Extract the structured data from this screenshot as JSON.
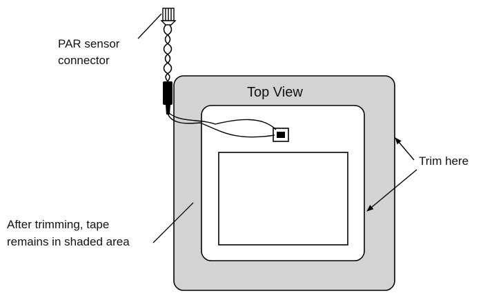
{
  "labels": {
    "connector_line1": "PAR sensor",
    "connector_line2": "connector",
    "top_view": "Top View",
    "trim_here": "Trim here",
    "after_line1": "After trimming, tape",
    "after_line2": "remains in shaded area"
  },
  "colors": {
    "shaded_tape": "#d3d3d3",
    "outline": "#000000",
    "background": "#ffffff"
  }
}
